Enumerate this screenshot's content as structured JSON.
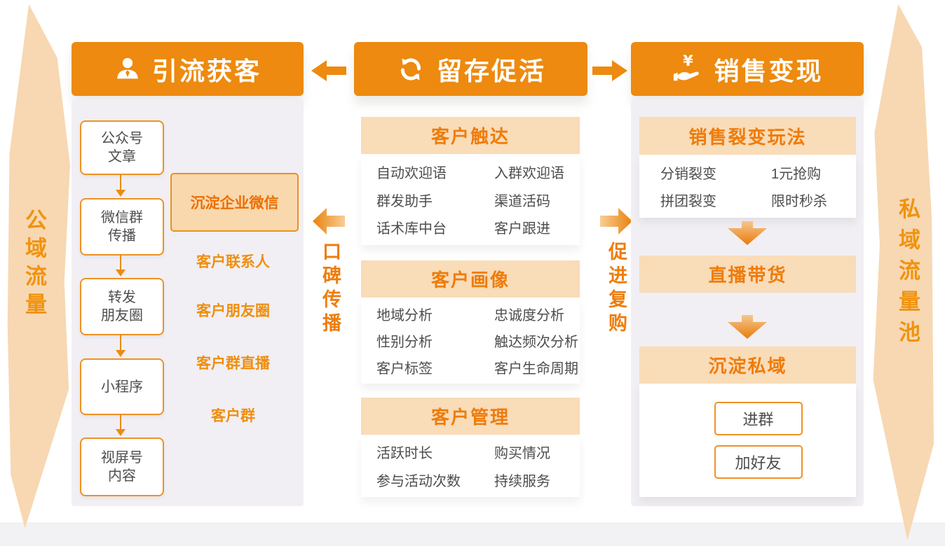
{
  "colors": {
    "primary_orange": "#ED8A0F",
    "strip_peach": "#F9DCB8",
    "strip_text_orange": "#EE7C0B",
    "panel_gray": "#F1EFF3",
    "box_border_orange": "#EE9226",
    "dark_text": "#4D4D4D",
    "band_fill": "#F7D8B2",
    "band_text": "#F0930F",
    "highlight_fill": "#F8D8AC",
    "highlight_text": "#EC6F04"
  },
  "bands": {
    "left": {
      "label": "公域流量"
    },
    "right": {
      "label": "私域流量池"
    }
  },
  "columns": {
    "acquisition": {
      "title": "引流获客",
      "icon": "person-icon",
      "flow_steps": [
        {
          "line1": "公众号",
          "line2": "文章"
        },
        {
          "line1": "微信群",
          "line2": "传播"
        },
        {
          "line1": "转发",
          "line2": "朋友圈"
        },
        {
          "line1": "小程序",
          "line2": ""
        },
        {
          "line1": "视屏号",
          "line2": "内容"
        }
      ],
      "highlight_box": "沉淀企业微信",
      "channel_items": [
        "客户联系人",
        "客户朋友圈",
        "客户群直播",
        "客户群"
      ]
    },
    "retention": {
      "title": "留存促活",
      "icon": "cycle-icon",
      "sections": [
        {
          "title": "客户触达",
          "rows": [
            [
              "自动欢迎语",
              "入群欢迎语"
            ],
            [
              "群发助手",
              "渠道活码"
            ],
            [
              "话术库中台",
              "客户跟进"
            ]
          ]
        },
        {
          "title": "客户画像",
          "rows": [
            [
              "地域分析",
              "忠诚度分析"
            ],
            [
              "性别分析",
              "触达频次分析"
            ],
            [
              "客户标签",
              "客户生命周期"
            ]
          ]
        },
        {
          "title": "客户管理",
          "rows": [
            [
              "活跃时长",
              "购买情况"
            ],
            [
              "参与活动次数",
              "持续服务"
            ]
          ]
        }
      ]
    },
    "monetization": {
      "title": "销售变现",
      "icon": "money-hand-icon",
      "fission": {
        "title": "销售裂变玩法",
        "rows": [
          [
            "分销裂变",
            "1元抢购"
          ],
          [
            "拼团裂变",
            "限时秒杀"
          ]
        ]
      },
      "live_banner": "直播带货",
      "private": {
        "title": "沉淀私域",
        "buttons": [
          "进群",
          "加好友"
        ]
      }
    }
  },
  "connectors": {
    "word_of_mouth": "口碑传播",
    "repurchase": "促进复购"
  }
}
